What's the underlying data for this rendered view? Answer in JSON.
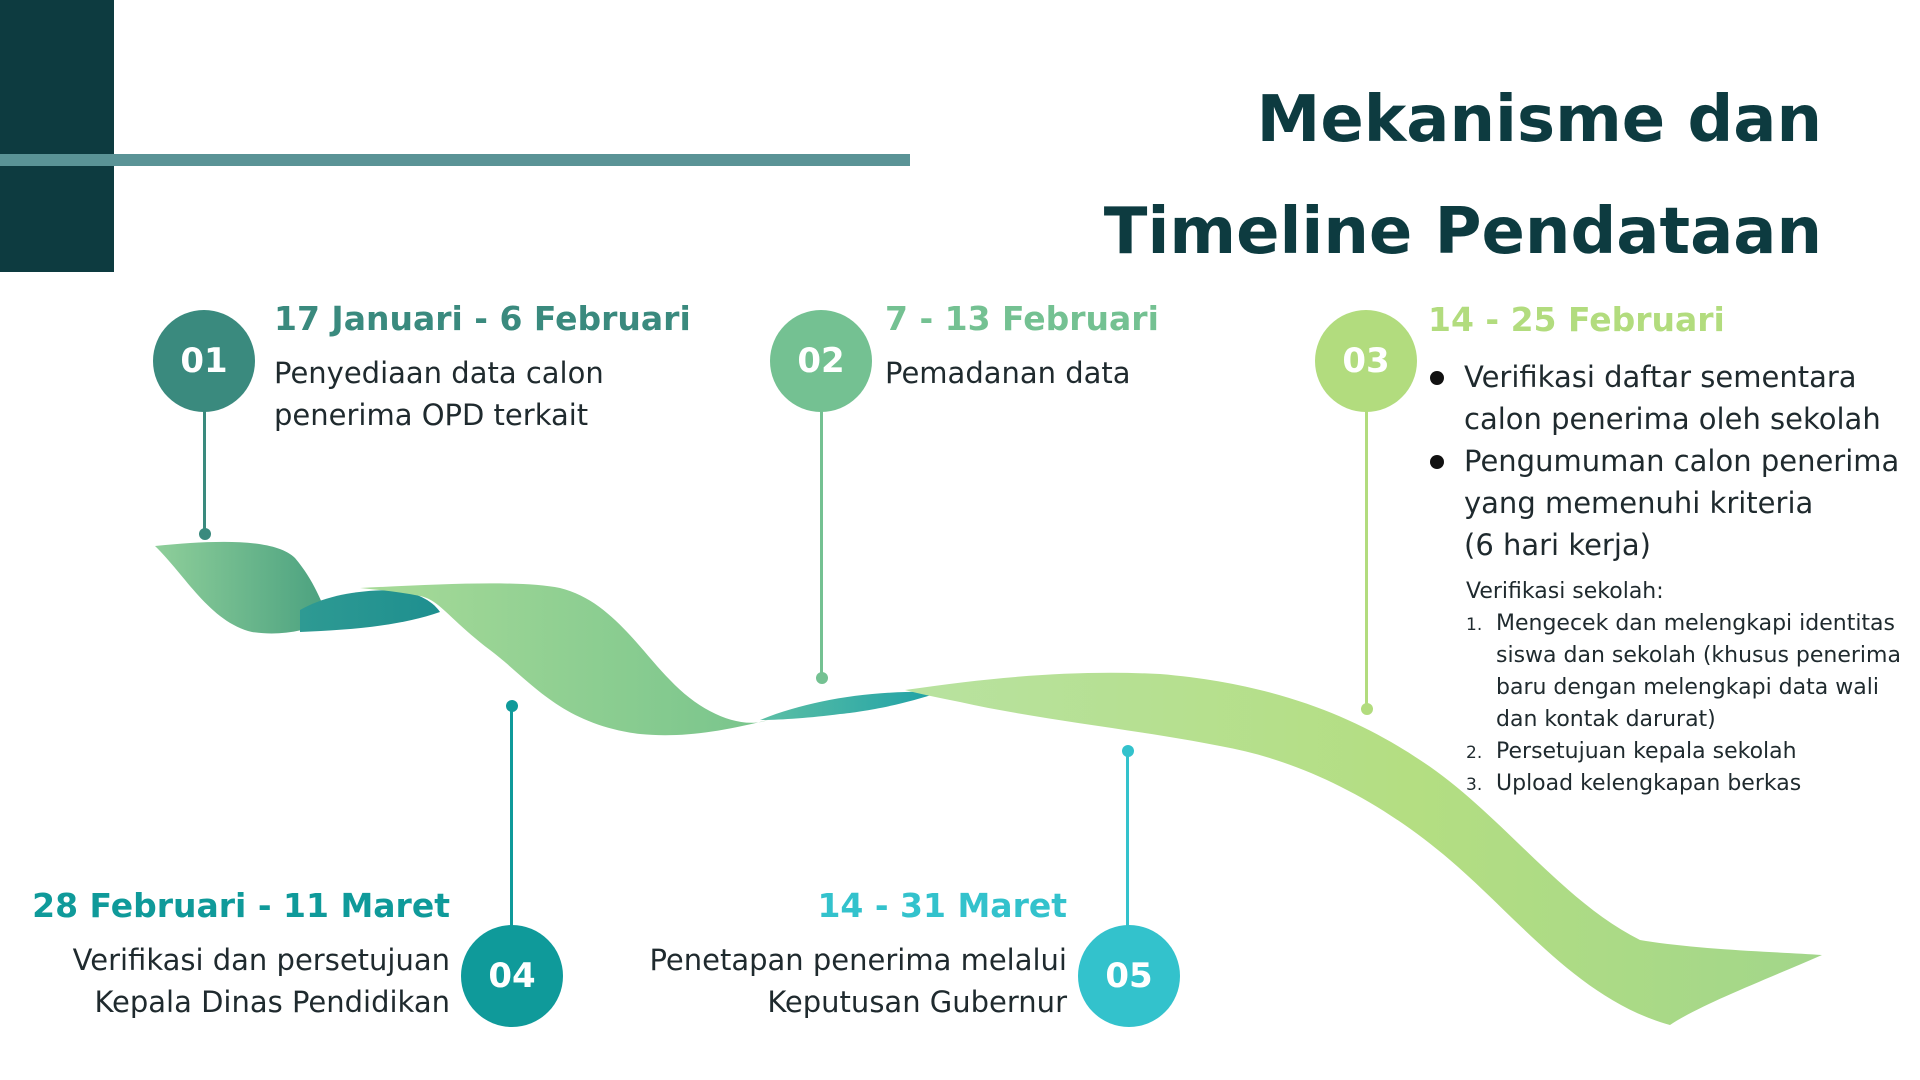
{
  "title": {
    "line1": "Mekanisme dan",
    "line2": "Timeline Pendataan"
  },
  "colors": {
    "dark": "#0d3b40",
    "step1": "#3a8a7e",
    "step2": "#74c192",
    "step3": "#b2dc7e",
    "step4": "#0f9a9a",
    "step5": "#33c2cc"
  },
  "steps": [
    {
      "number": "01",
      "date": "17 Januari - 6 Februari",
      "desc": [
        "Penyediaan data calon",
        "penerima OPD terkait"
      ]
    },
    {
      "number": "02",
      "date": "7 - 13 Februari",
      "desc": [
        "Pemadanan data"
      ]
    },
    {
      "number": "03",
      "date": "14 - 25 Februari",
      "bullets": [
        [
          "Verifikasi daftar sementara",
          "calon penerima oleh sekolah"
        ],
        [
          "Pengumuman calon penerima",
          "yang memenuhi kriteria",
          "(6 hari kerja)"
        ]
      ],
      "note_title": "Verifikasi sekolah:",
      "note_items": [
        {
          "num": "1.",
          "lines": [
            "Mengecek dan melengkapi identitas",
            "siswa dan sekolah (khusus penerima",
            "baru dengan melengkapi data wali",
            "dan kontak darurat)"
          ]
        },
        {
          "num": "2.",
          "lines": [
            "Persetujuan kepala sekolah"
          ]
        },
        {
          "num": "3.",
          "lines": [
            "Upload kelengkapan berkas"
          ]
        }
      ]
    },
    {
      "number": "04",
      "date": "28 Februari - 11 Maret",
      "desc": [
        "Verifikasi dan persetujuan",
        "Kepala Dinas Pendidikan"
      ]
    },
    {
      "number": "05",
      "date": "14 - 31 Maret",
      "desc": [
        "Penetapan penerima melalui",
        "Keputusan Gubernur"
      ]
    }
  ]
}
